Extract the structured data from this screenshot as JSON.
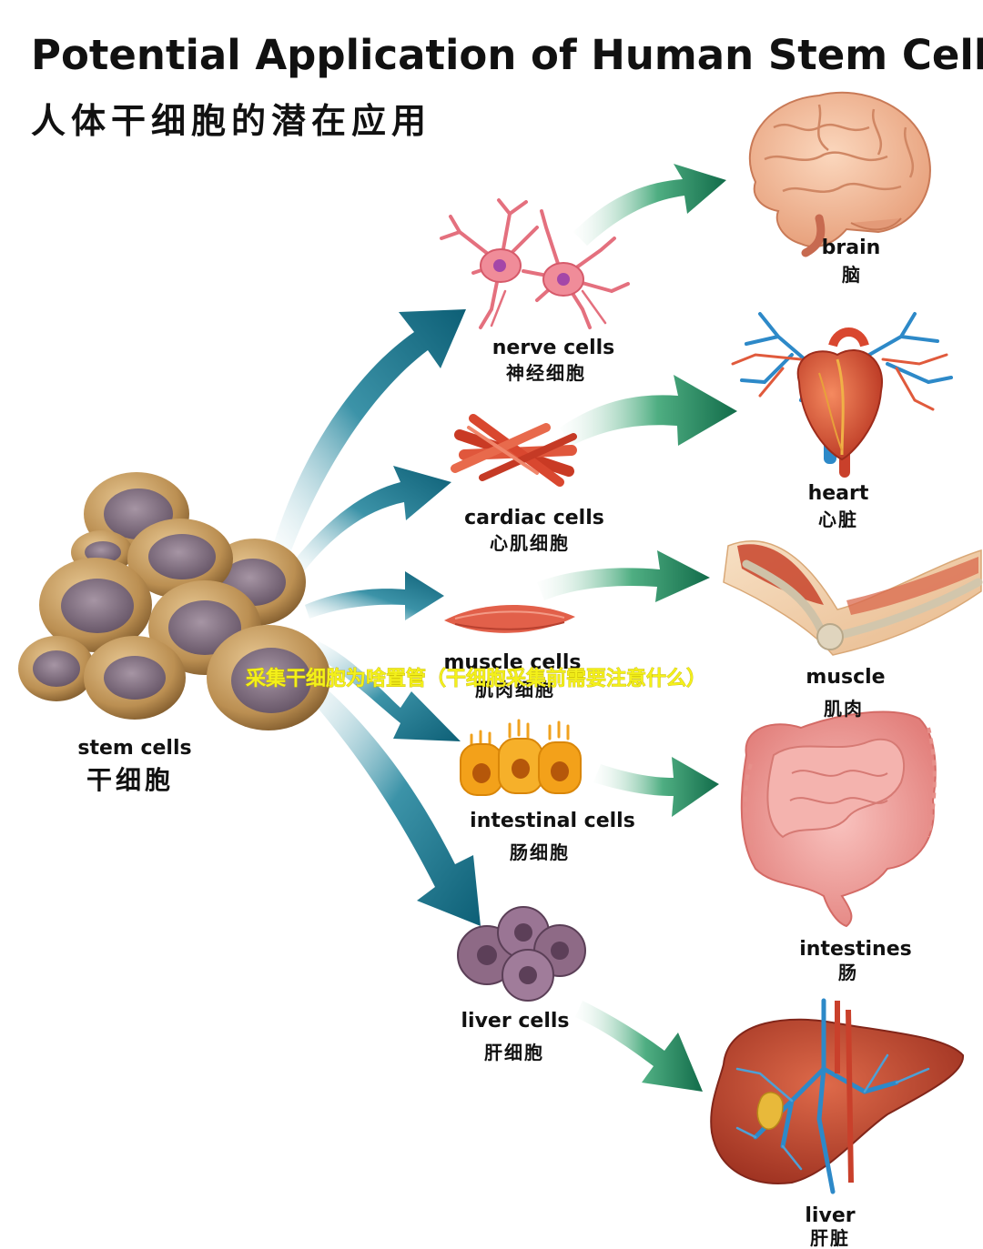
{
  "title_en": "Potential Application of Human Stem Cells",
  "title_zh": "人体干细胞的潜在应用",
  "watermark": "采集干细胞为啥置管（干细胞采集前需要注意什么）",
  "source": {
    "en": "stem cells",
    "zh": "干细胞"
  },
  "cells": [
    {
      "en": "nerve cells",
      "zh": "神经细胞"
    },
    {
      "en": "cardiac cells",
      "zh": "心肌细胞"
    },
    {
      "en": "muscle cells",
      "zh": "肌肉细胞"
    },
    {
      "en": "intestinal cells",
      "zh": "肠细胞"
    },
    {
      "en": "liver cells",
      "zh": "肝细胞"
    }
  ],
  "organs": [
    {
      "en": "brain",
      "zh": "脑"
    },
    {
      "en": "heart",
      "zh": "心脏"
    },
    {
      "en": "muscle",
      "zh": "肌肉"
    },
    {
      "en": "intestines",
      "zh": "肠"
    },
    {
      "en": "liver",
      "zh": "肝脏"
    }
  ],
  "colors": {
    "arrow_teal": "#0e6f86",
    "arrow_green": "#18835a",
    "stem_cell": "#b58a4e",
    "stem_nucleus": "#8a7688",
    "nerve": "#e4707e",
    "cardiac": "#d9472f",
    "intestinal": "#f0a21e",
    "liver_cell": "#8e6a86",
    "brain": "#f2b08e",
    "heart": "#e0553a",
    "intestine": "#ee9c98",
    "liver": "#c2442e",
    "vessel": "#2d89c8",
    "watermark": "#f3f01a"
  }
}
